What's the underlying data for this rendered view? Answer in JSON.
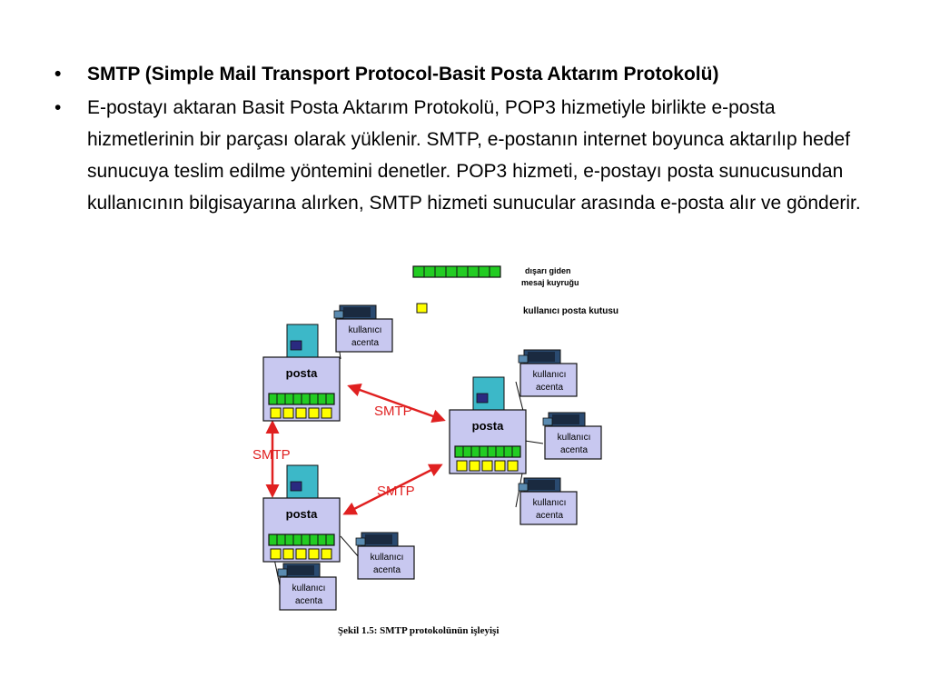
{
  "bullets": [
    {
      "text": "SMTP (Simple Mail Transport Protocol-Basit Posta Aktarım Protokolü)",
      "bold": true
    },
    {
      "text": "E-postayı aktaran Basit Posta Aktarım Protokolü, POP3 hizmetiyle birlikte e-posta hizmetlerinin bir parçası olarak yüklenir. SMTP, e-postanın internet boyunca aktarılıp hedef sunucuya teslim edilme yöntemini denetler. POP3 hizmeti, e-postayı posta sunucusundan kullanıcının bilgisayarına alırken, SMTP hizmeti sunucular arasında e-posta alır ve gönderir.",
      "bold": false
    }
  ],
  "bullet_symbol": "•",
  "diagram": {
    "legend": {
      "queue_line1": "dışarı giden",
      "queue_line2": "mesaj kuyruğu",
      "mailbox": "kullanıcı posta kutusu"
    },
    "server_label": "posta",
    "agent_line1": "kullanıcı",
    "agent_line2": "acenta",
    "protocol_label": "SMTP",
    "caption": "Şekil 1.5: SMTP protokolünün işleyişi"
  },
  "colors": {
    "server_fill": "#c8c8f0",
    "queue_green": "#22cc22",
    "mailbox_yellow": "#ffff00",
    "arrow_red": "#e02020",
    "computer_cyan": "#3cb8c8"
  }
}
